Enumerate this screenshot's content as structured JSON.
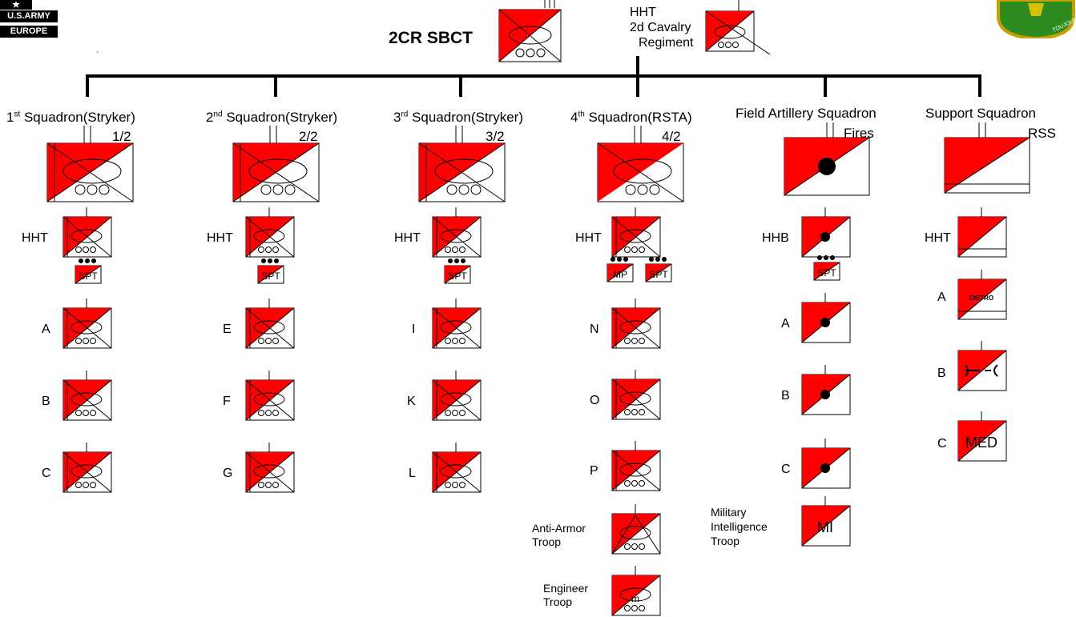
{
  "header": {
    "logo_left": {
      "line1": "U.S.ARMY",
      "line2": "EUROPE"
    },
    "brigade_title": "2CR SBCT",
    "hq_label": [
      "HHT",
      "2d Cavalry",
      "Regiment"
    ],
    "crest_text": "TOUJOURS PRET"
  },
  "colors": {
    "unit_fill": "#ff0000",
    "line": "#000000",
    "crest": "#2e8b1f",
    "crest_rim": "#c8a000"
  },
  "squadrons": [
    {
      "title_num": "1",
      "title_sup": "st",
      "title_rest": " Squadron(Stryker)",
      "designation": "1/2",
      "subunits": [
        "HHT",
        "A",
        "B",
        "C"
      ],
      "spt": [
        "SPT"
      ]
    },
    {
      "title_num": "2",
      "title_sup": "nd",
      "title_rest": " Squadron(Stryker)",
      "designation": "2/2",
      "subunits": [
        "HHT",
        "E",
        "F",
        "G"
      ],
      "spt": [
        "SPT"
      ]
    },
    {
      "title_num": "3",
      "title_sup": "rd",
      "title_rest": " Squadron(Stryker)",
      "designation": "3/2",
      "subunits": [
        "HHT",
        "I",
        "K",
        "L"
      ],
      "spt": [
        "SPT"
      ]
    },
    {
      "title_num": "4",
      "title_sup": "th",
      "title_rest": " Squadron(RSTA)",
      "designation": "4/2",
      "subunits": [
        "HHT",
        "N",
        "O",
        "P"
      ],
      "spt": [
        "MP",
        "SPT"
      ],
      "extra": [
        {
          "label": [
            "Anti-Armor",
            "Troop"
          ]
        },
        {
          "label": [
            "Engineer",
            "Troop"
          ]
        }
      ]
    },
    {
      "title_num": "",
      "title_sup": "",
      "title_rest": "Field Artillery Squadron",
      "designation": "Fires",
      "subunits": [
        "HHB",
        "A",
        "B",
        "C"
      ],
      "spt": [
        "SPT"
      ],
      "extra": [
        {
          "label": [
            "Military",
            "Intelligence",
            "Troop"
          ],
          "text": "MI"
        }
      ]
    },
    {
      "title_num": "",
      "title_sup": "",
      "title_rest": "Support Squadron",
      "designation": "RSS",
      "subunits": [
        "HHT",
        "A",
        "B",
        "C"
      ],
      "support_texts": {
        "A": "DISTRO",
        "C": "MED"
      }
    }
  ]
}
